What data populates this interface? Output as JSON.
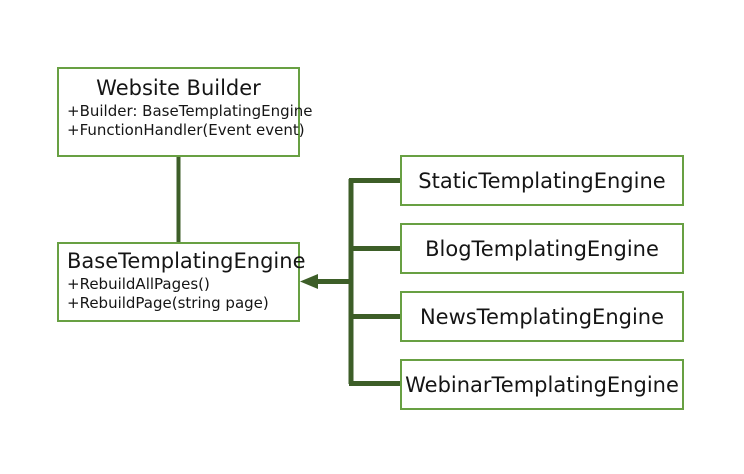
{
  "diagram": {
    "type": "uml-class-diagram",
    "background_color": "#ffffff",
    "box_border_color": "#68a043",
    "connector_color": "#3d5e28",
    "classes": [
      {
        "id": "website-builder",
        "name": "Website Builder",
        "title_align": "center",
        "members": [
          "+Builder: BaseTemplatingEngine",
          "+FunctionHandler(Event  event)"
        ]
      },
      {
        "id": "base-templating-engine",
        "name": "BaseTemplatingEngine",
        "title_align": "left",
        "members": [
          "+RebuildAllPages()",
          "+RebuildPage(string page)"
        ]
      }
    ],
    "subclasses": [
      {
        "id": "static-templating-engine",
        "name": "StaticTemplatingEngine"
      },
      {
        "id": "blog-templating-engine",
        "name": "BlogTemplatingEngine"
      },
      {
        "id": "news-templating-engine",
        "name": "NewsTemplatingEngine"
      },
      {
        "id": "webinar-templating-engine",
        "name": "WebinarTemplatingEngine"
      }
    ],
    "connectors": [
      {
        "id": "association-builder-to-base",
        "kind": "association-line"
      },
      {
        "id": "generalization-to-base",
        "kind": "inheritance-arrow"
      }
    ]
  }
}
